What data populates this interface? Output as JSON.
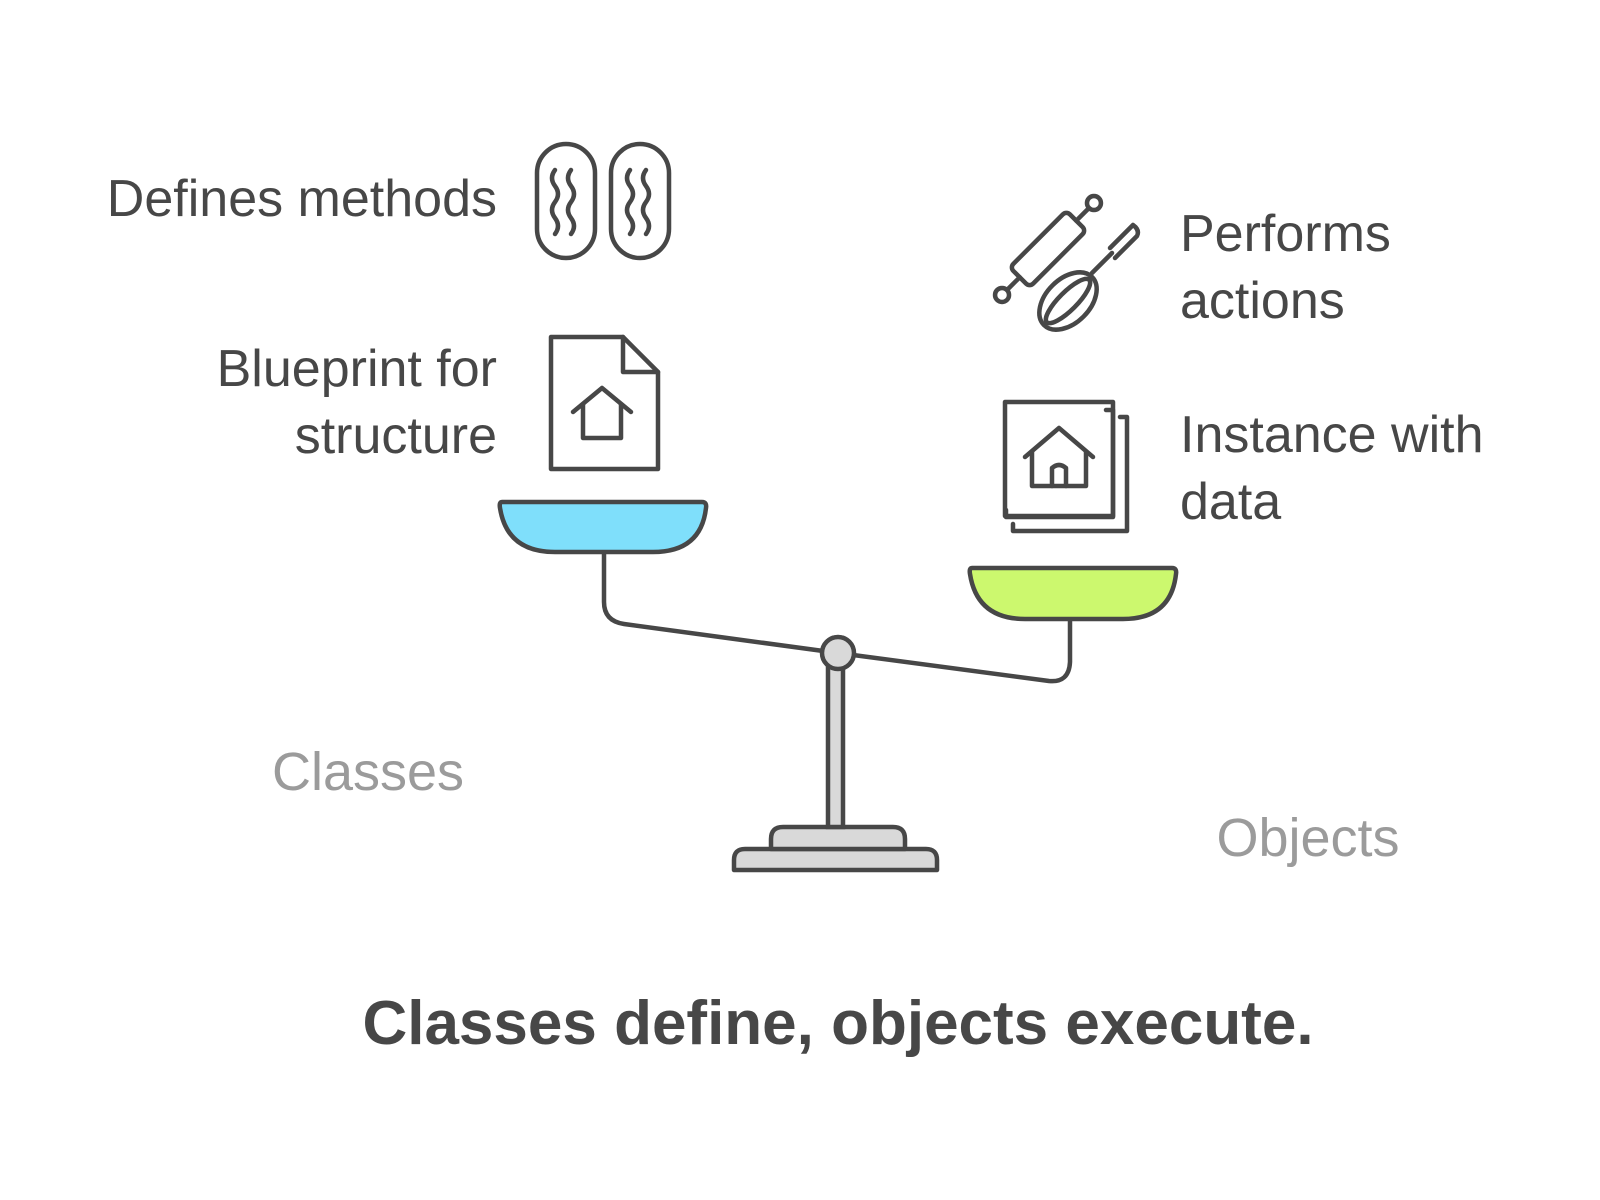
{
  "left_side": {
    "group_label": "Classes",
    "items": [
      {
        "text_lines": [
          "Defines methods"
        ],
        "icon": "recipe-cards-icon"
      },
      {
        "text_lines": [
          "Blueprint for",
          "structure"
        ],
        "icon": "house-blueprint-document-icon"
      }
    ]
  },
  "right_side": {
    "group_label": "Objects",
    "items": [
      {
        "text_lines": [
          "Performs",
          "actions"
        ],
        "icon": "rolling-pin-and-whisk-icon"
      },
      {
        "text_lines": [
          "Instance with",
          "data"
        ],
        "icon": "house-photo-stack-icon"
      }
    ]
  },
  "caption": "Classes define, objects execute.",
  "colors": {
    "left_pan": "#7fdffb",
    "right_pan": "#ccf86e",
    "ink": "#474747",
    "stand": "#d9d9d9",
    "muted_label": "#9b9b9b"
  }
}
